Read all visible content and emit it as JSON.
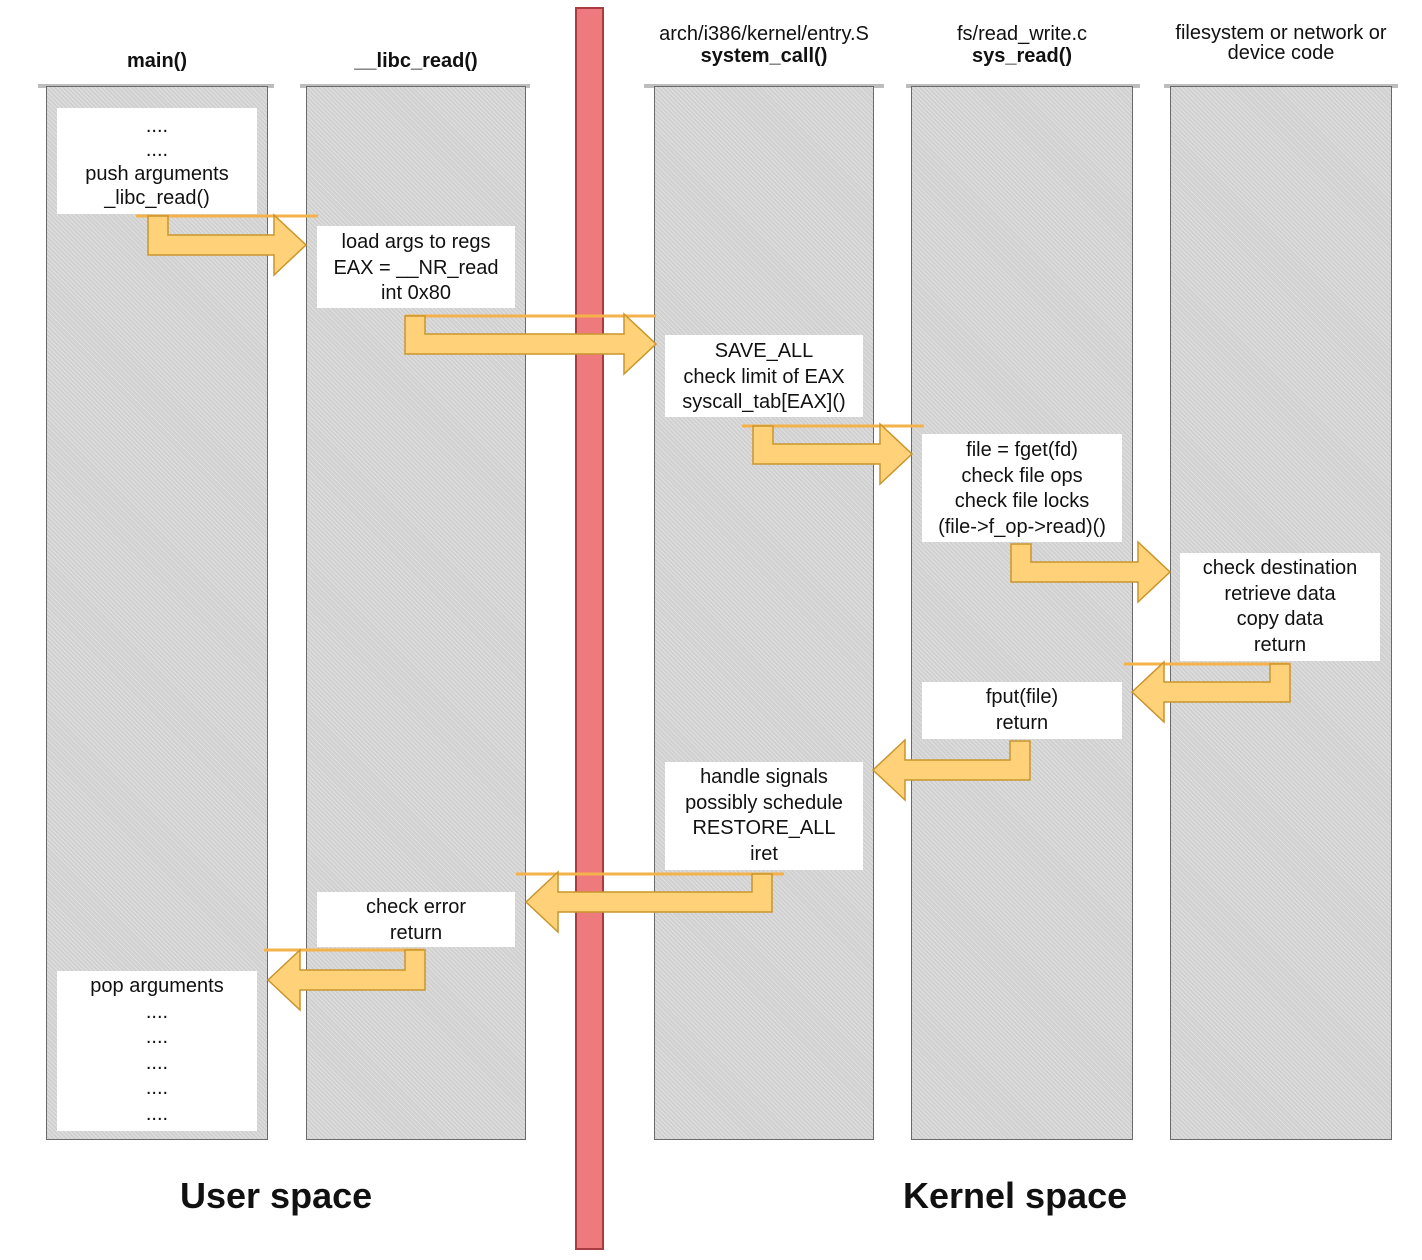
{
  "columns": [
    {
      "id": "main",
      "path": "",
      "name": "main()"
    },
    {
      "id": "libc",
      "path": "",
      "name": "__libc_read()"
    },
    {
      "id": "syscall",
      "path": "arch/i386/kernel/entry.S",
      "name": "system_call()"
    },
    {
      "id": "sysread",
      "path": "fs/read_write.c",
      "name": "sys_read()"
    },
    {
      "id": "fs",
      "path": "filesystem or network or device code",
      "path_lines": [
        "filesystem or network or",
        "device code"
      ],
      "name": ""
    }
  ],
  "boxes": {
    "main_top": [
      "....",
      "....",
      "push arguments",
      "_libc_read()"
    ],
    "libc_load": [
      "load args to regs",
      "EAX = __NR_read",
      "int 0x80"
    ],
    "syscall_save": [
      "SAVE_ALL",
      "check limit of EAX",
      "syscall_tab[EAX]()"
    ],
    "sysread_file": [
      "file = fget(fd)",
      "check file ops",
      "check file locks",
      "(file->f_op->read)()"
    ],
    "fs_check": [
      "check destination",
      "retrieve data",
      "copy data",
      "return"
    ],
    "sysread_fput": [
      "fput(file)",
      "return"
    ],
    "syscall_handle": [
      "handle signals",
      "possibly schedule",
      "RESTORE_ALL",
      "iret"
    ],
    "libc_check": [
      "check error",
      "return"
    ],
    "main_bottom": [
      "pop arguments",
      "....",
      "....",
      "....",
      "....",
      "...."
    ]
  },
  "labels": {
    "user_space": "User space",
    "kernel_space": "Kernel space"
  },
  "colors": {
    "arrow_fill": "#ffd27a",
    "arrow_stroke": "#c9962c",
    "barrier": "#ef7a7e",
    "column": "#d0d0d0"
  }
}
